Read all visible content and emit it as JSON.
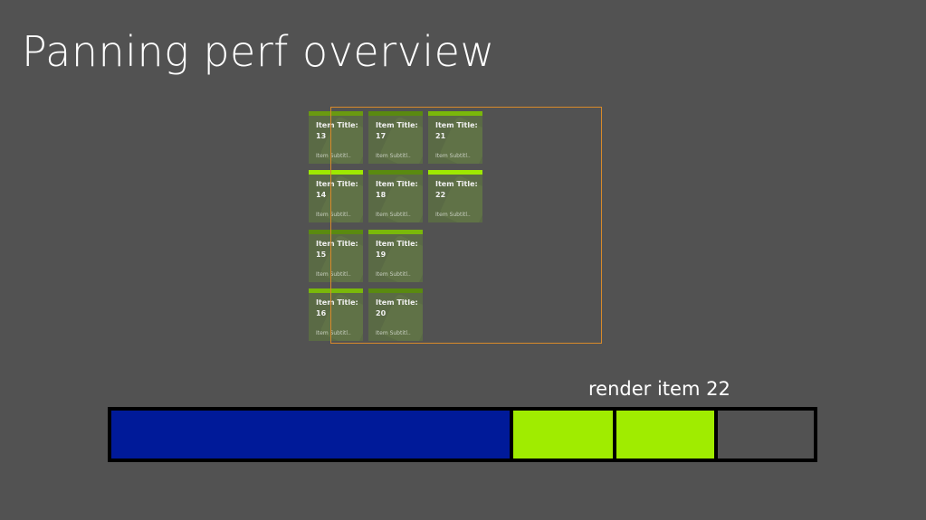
{
  "title": "Panning perf overview",
  "tiles": [
    {
      "title": "Item Title:",
      "number": "13",
      "subtitle": "Item Subtitl..",
      "bar_color": "#6a9a10"
    },
    {
      "title": "Item Title:",
      "number": "14",
      "subtitle": "Item Subtitl..",
      "bar_color": "#9ee800"
    },
    {
      "title": "Item Title:",
      "number": "15",
      "subtitle": "Item Subtitl..",
      "bar_color": "#5a8a10"
    },
    {
      "title": "Item Title:",
      "number": "16",
      "subtitle": "Item Subtitl..",
      "bar_color": "#7ab80a"
    },
    {
      "title": "Item Title:",
      "number": "17",
      "subtitle": "Item Subtitl..",
      "bar_color": "#5a8a10"
    },
    {
      "title": "Item Title:",
      "number": "18",
      "subtitle": "Item Subtitl..",
      "bar_color": "#5a8a10"
    },
    {
      "title": "Item Title:",
      "number": "19",
      "subtitle": "Item Subtitl..",
      "bar_color": "#7ab80a"
    },
    {
      "title": "Item Title:",
      "number": "20",
      "subtitle": "Item Subtitl..",
      "bar_color": "#5a8a10"
    },
    {
      "title": "Item Title:",
      "number": "21",
      "subtitle": "Item Subtitl..",
      "bar_color": "#7ab80a"
    },
    {
      "title": "Item Title:",
      "number": "22",
      "subtitle": "Item Subtitl..",
      "bar_color": "#9ee800"
    }
  ],
  "viewport_color": "#d88a2a",
  "caption": "render item 22",
  "timeline": {
    "segments": [
      {
        "name": "timeline-segment-blue",
        "color": "#001a99"
      },
      {
        "name": "timeline-segment-green-1",
        "color": "#a0ec00"
      },
      {
        "name": "timeline-segment-green-2",
        "color": "#a0ec00"
      },
      {
        "name": "timeline-segment-gray",
        "color": "#525252"
      }
    ]
  }
}
